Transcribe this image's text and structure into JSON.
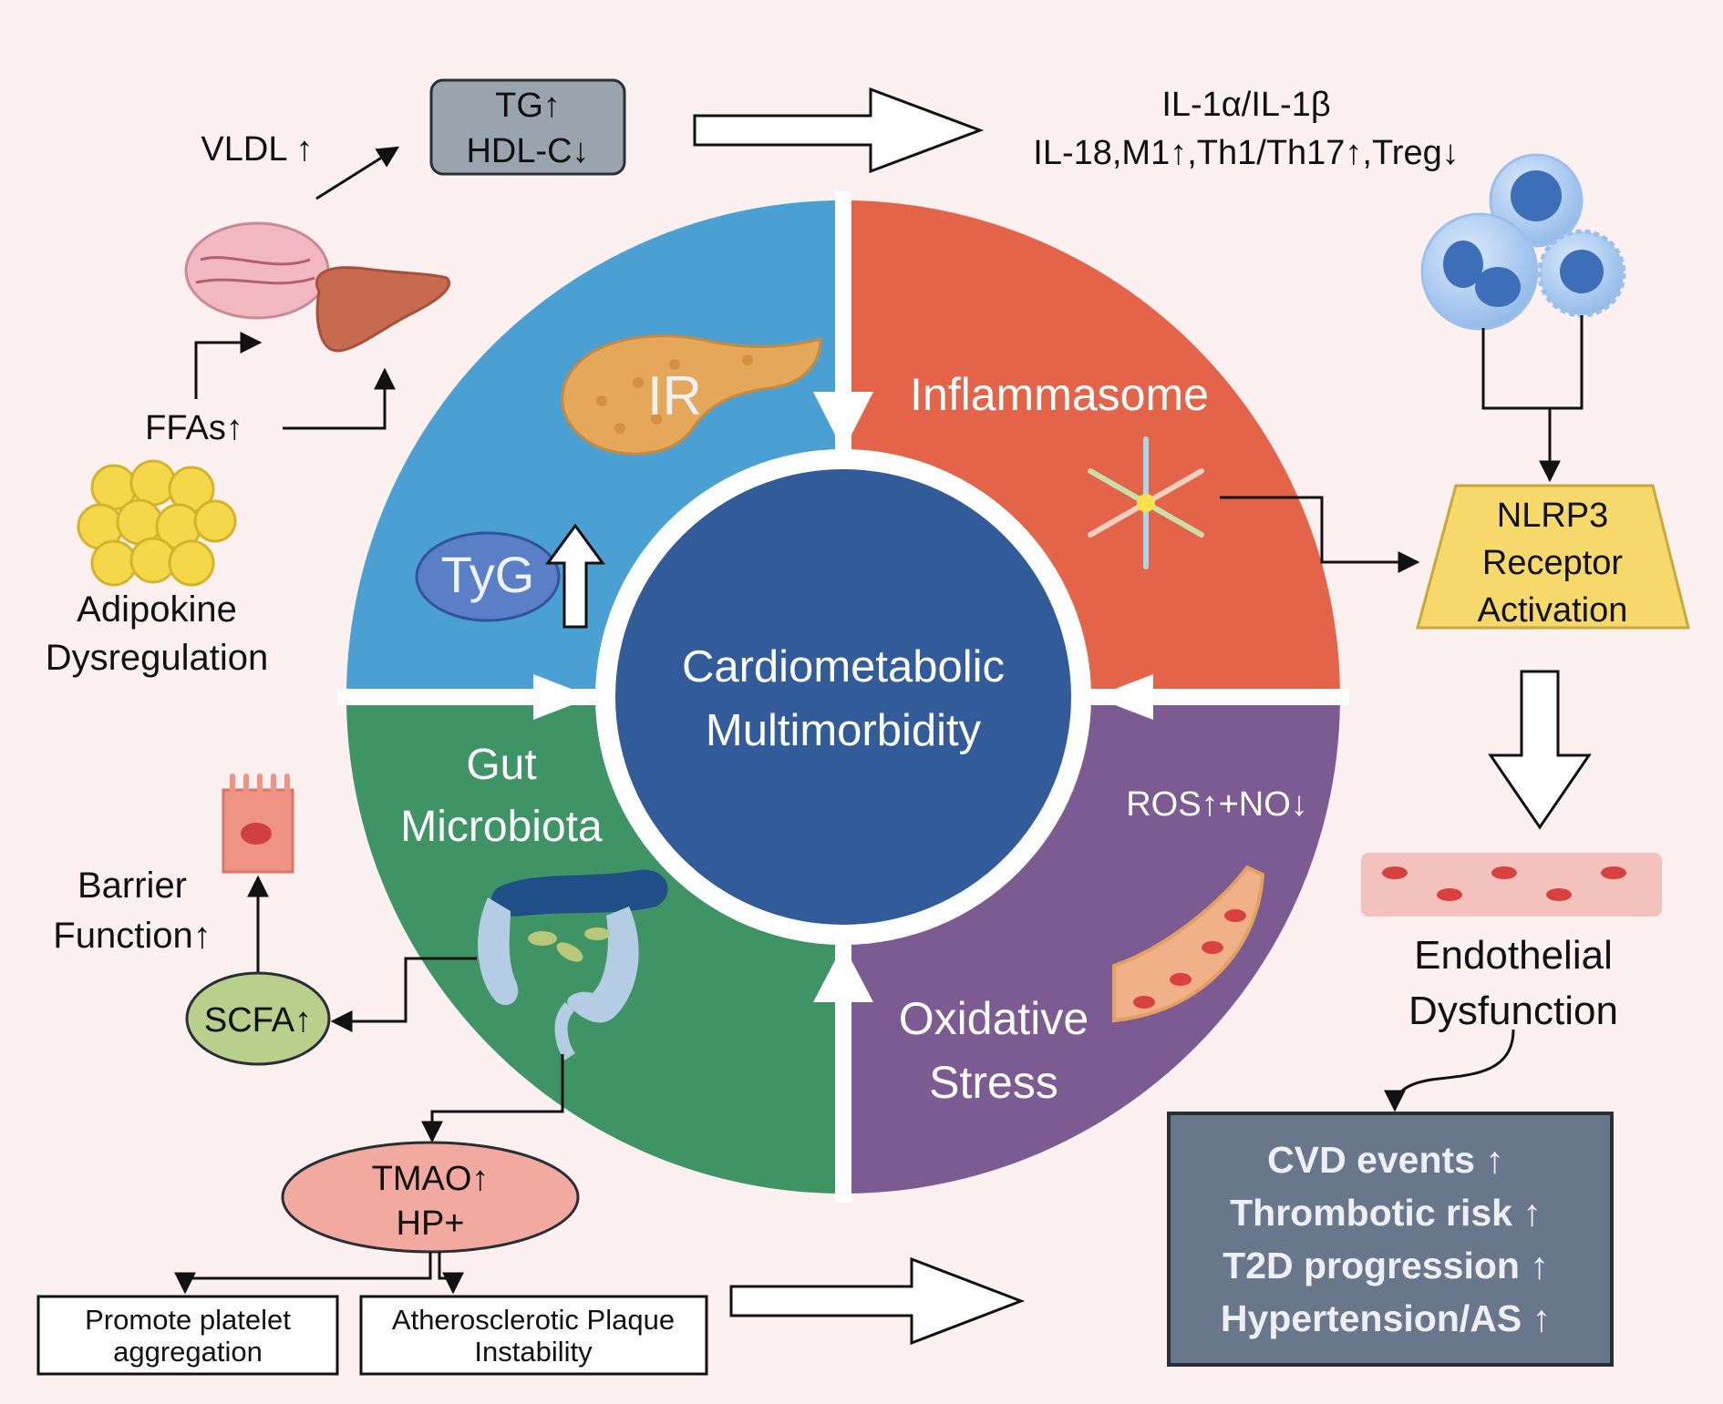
{
  "top": {
    "tg": "TG↑",
    "hdl": "HDL-C↓",
    "vldl": "VLDL ↑",
    "cytokines_line1": "IL-1α/IL-1β",
    "cytokines_line2": "IL-18,M1↑,Th1/Th17↑,Treg↓"
  },
  "left": {
    "ffas": "FFAs↑",
    "adipokine_line1": "Adipokine",
    "adipokine_line2": "Dysregulation",
    "barrier_line1": "Barrier",
    "barrier_line2": "Function↑",
    "scfa": "SCFA↑"
  },
  "wheel": {
    "center_line1": "Cardiometabolic",
    "center_line2": "Multimorbidity",
    "ir": "IR",
    "tyg": "TyG",
    "inflammasome": "Inflammasome",
    "gut_line1": "Gut",
    "gut_line2": "Microbiota",
    "ros": "ROS↑+NO↓",
    "oxidative_line1": "Oxidative",
    "oxidative_line2": "Stress"
  },
  "right": {
    "nlrp3_line1": "NLRP3",
    "nlrp3_line2": "Receptor",
    "nlrp3_line3": "Activation",
    "endothelial_line1": "Endothelial",
    "endothelial_line2": "Dysfunction"
  },
  "bottom": {
    "tmao_line1": "TMAO↑",
    "tmao_line2": "HP+",
    "platelet_line1": "Promote platelet",
    "platelet_line2": "aggregation",
    "plaque_line1": "Atherosclerotic Plaque",
    "plaque_line2": "Instability"
  },
  "outcomes": [
    "CVD events ↑",
    "Thrombotic risk ↑",
    "T2D progression ↑",
    "Hypertension/AS ↑"
  ],
  "colors": {
    "background": "#fdf0f1",
    "ir_quadrant": "#4aa0d3",
    "inflammasome_quadrant": "#e4644a",
    "gut_quadrant": "#3e9464",
    "oxidative_quadrant": "#7b5b92",
    "center": "#325b9a",
    "outcome_box": "#68778c",
    "nlrp3_box": "#f7d96b",
    "tg_box": "#9aa4ae",
    "tmao_ellipse": "#f2aaa0",
    "scfa_ellipse": "#b8d08c"
  }
}
